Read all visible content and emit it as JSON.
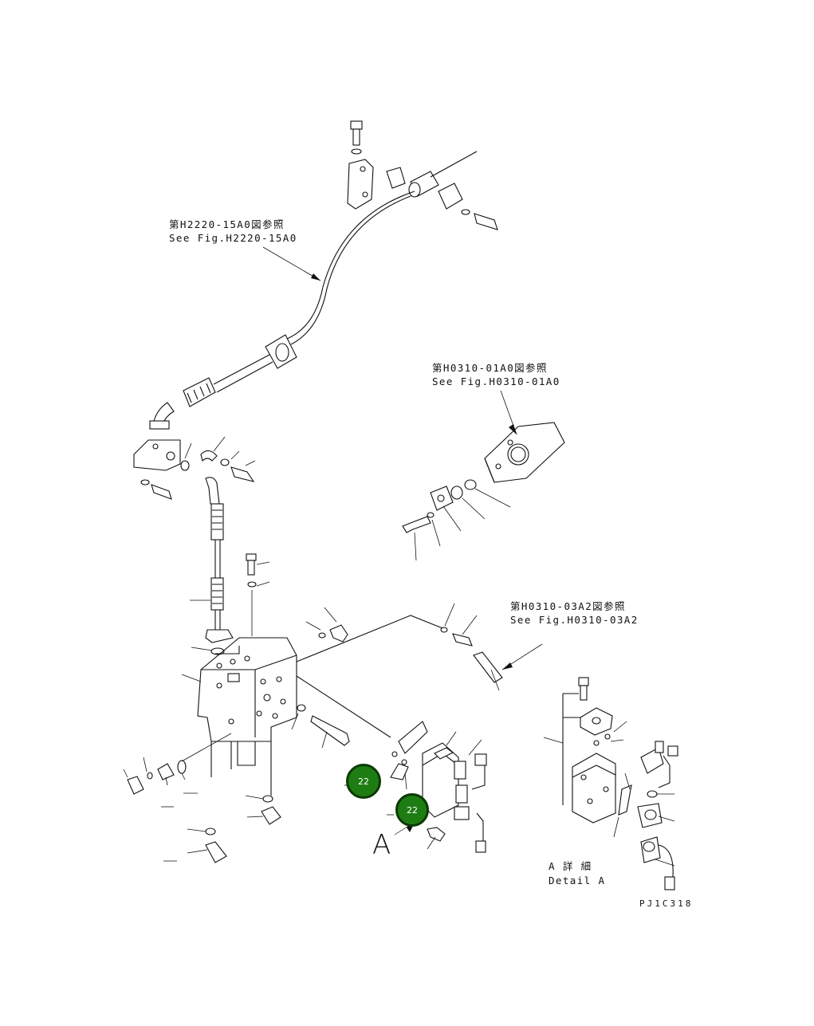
{
  "references": {
    "fig1_jp": "第H2220-15A0図参照",
    "fig1_en": "See Fig.H2220-15A0",
    "fig2_jp": "第H0310-01A0図参照",
    "fig2_en": "See Fig.H0310-01A0",
    "fig3_jp": "第H0310-03A2図参照",
    "fig3_en": "See Fig.H0310-03A2"
  },
  "detail": {
    "letter": "A",
    "label_jp": "A 詳 細",
    "label_en": "Detail A"
  },
  "drawing_code": "PJ1C318",
  "callouts": [
    {
      "number": "22",
      "color": "#1e7d12",
      "border": "#0c3a06"
    },
    {
      "number": "22",
      "color": "#1e7d12",
      "border": "#0c3a06"
    }
  ]
}
